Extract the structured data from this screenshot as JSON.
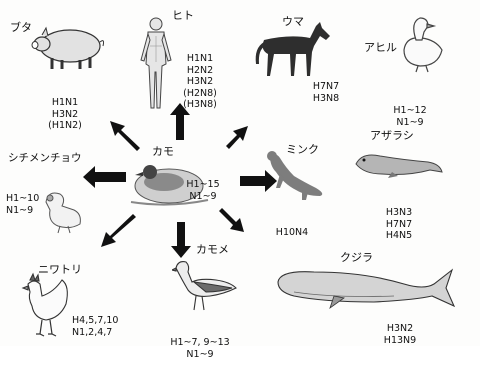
{
  "center": {
    "name": "カモ",
    "subtypes": [
      "H1~15",
      "N1~9"
    ]
  },
  "animals": [
    {
      "id": "pig",
      "name": "ブタ",
      "subtypes": [
        "H1N1",
        "H3N2",
        "(H1N2)"
      ]
    },
    {
      "id": "human",
      "name": "ヒト",
      "subtypes": [
        "H1N1",
        "H2N2",
        "H3N2",
        "(H2N8)",
        "(H3N8)"
      ]
    },
    {
      "id": "horse",
      "name": "ウマ",
      "subtypes": [
        "H7N7",
        "H3N8"
      ]
    },
    {
      "id": "duck",
      "name": "アヒル",
      "subtypes": [
        "H1~12",
        "N1~9"
      ]
    },
    {
      "id": "turkey",
      "name": "シチメンチョウ",
      "subtypes": [
        "H1~10",
        "N1~9"
      ]
    },
    {
      "id": "mink",
      "name": "ミンク",
      "subtypes": [
        "H10N4"
      ]
    },
    {
      "id": "seal",
      "name": "アザラシ",
      "subtypes": [
        "H3N3",
        "H7N7",
        "H4N5"
      ]
    },
    {
      "id": "chicken",
      "name": "ニワトリ",
      "subtypes": [
        "H4,5,7,10",
        "N1,2,4,7"
      ]
    },
    {
      "id": "gull",
      "name": "カモメ",
      "subtypes": [
        "H1~7, 9~13",
        "N1~9"
      ]
    },
    {
      "id": "whale",
      "name": "クジラ",
      "subtypes": [
        "H3N2",
        "H13N9"
      ]
    }
  ],
  "icons": [
    "pig-icon",
    "human-icon",
    "horse-icon",
    "duck-icon",
    "turkey-icon",
    "mink-icon",
    "seal-icon",
    "chicken-icon",
    "gull-icon",
    "whale-icon",
    "mallard-icon",
    "arrow-icon"
  ]
}
